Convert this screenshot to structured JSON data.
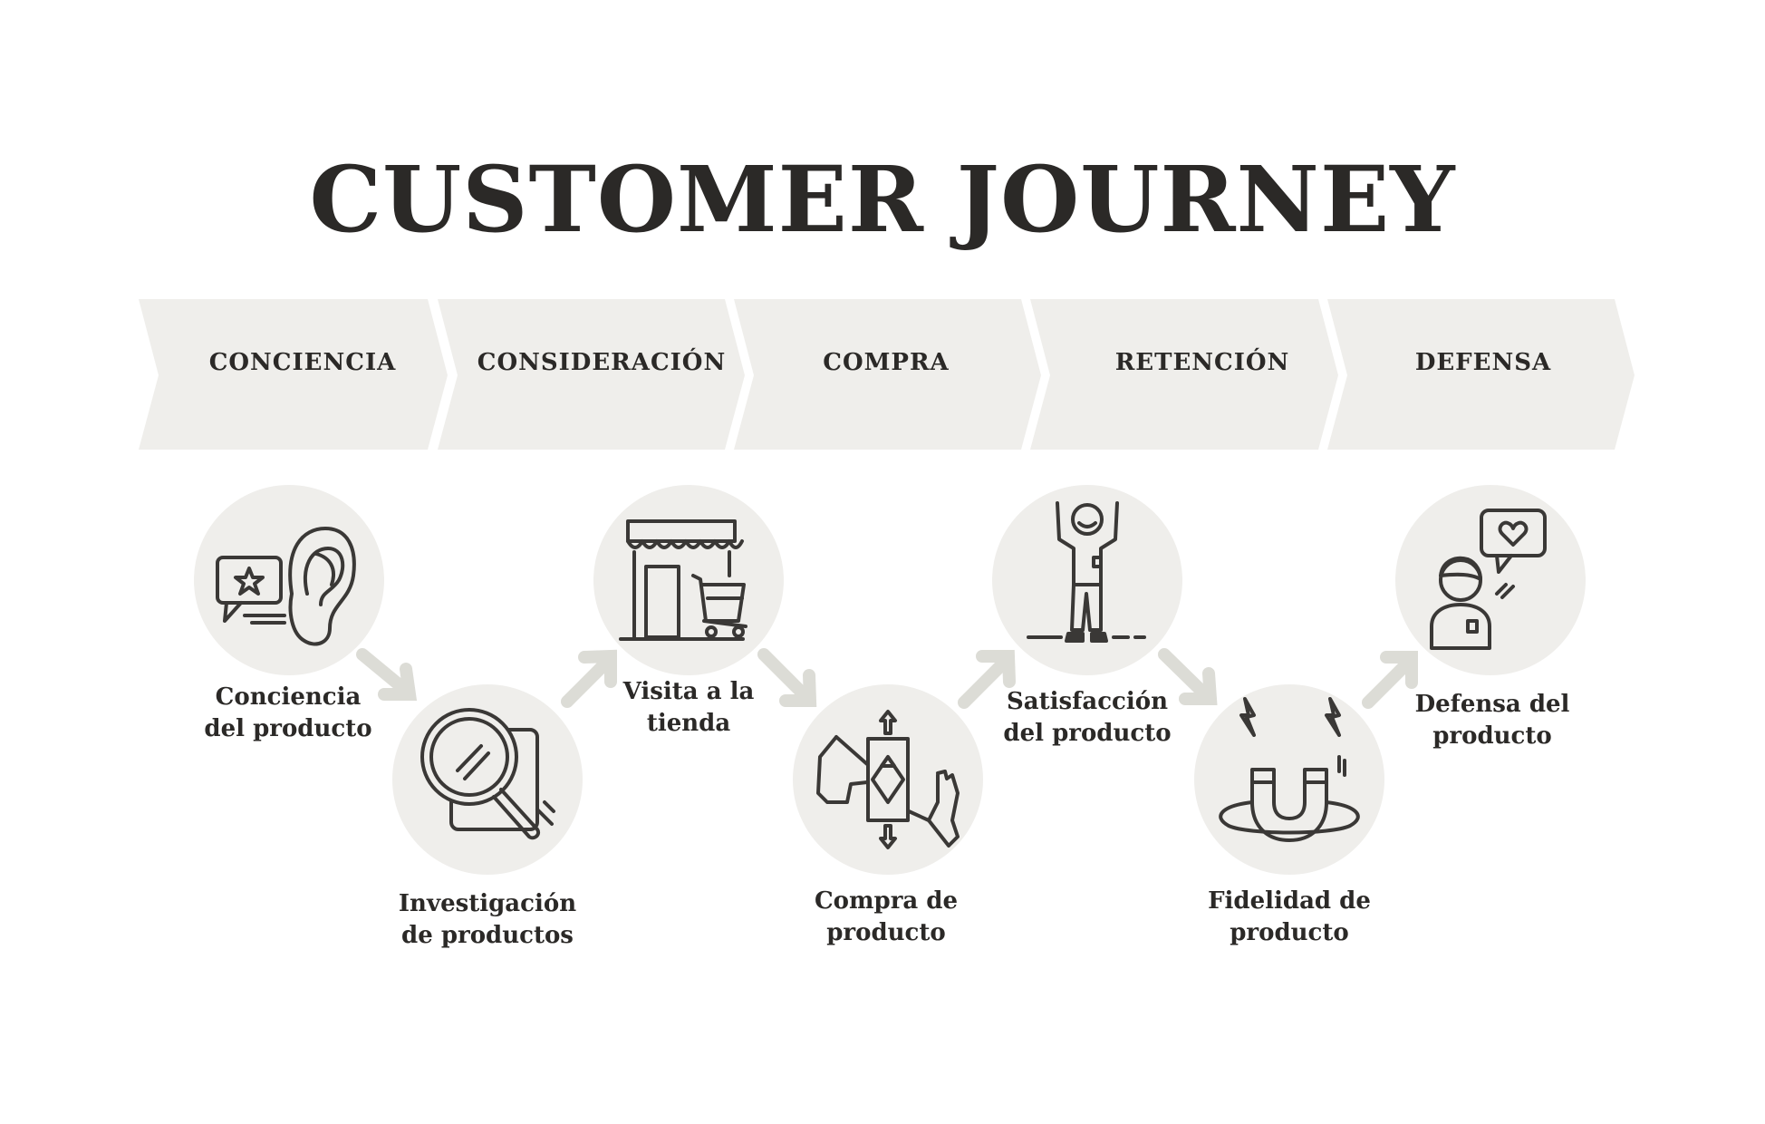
{
  "title": "CUSTOMER JOURNEY",
  "colors": {
    "text": "#2b2927",
    "chevron": "#efeeeb",
    "circle": "#efeeeb",
    "arrow": "#dcdcd6",
    "icon": "#3a3836"
  },
  "stages": [
    "CONCIENCIA",
    "CONSIDERACIÓN",
    "COMPRA",
    "RETENCIÓN",
    "DEFENSA"
  ],
  "steps": [
    {
      "icon": "ear-speech-bubble-star-icon",
      "line1": "Conciencia",
      "line2": "del producto"
    },
    {
      "icon": "magnifying-glass-icon",
      "line1": "Investigación",
      "line2": "de productos"
    },
    {
      "icon": "store-cart-icon",
      "line1": "Visita a la",
      "line2": "tienda"
    },
    {
      "icon": "hands-money-exchange-icon",
      "line1": "Compra de",
      "line2": "producto"
    },
    {
      "icon": "happy-person-arms-up-icon",
      "line1": "Satisfacción",
      "line2": "del producto"
    },
    {
      "icon": "magnet-icon",
      "line1": "Fidelidad de",
      "line2": "producto"
    },
    {
      "icon": "person-heart-bubble-icon",
      "line1": "Defensa del",
      "line2": "producto"
    }
  ]
}
